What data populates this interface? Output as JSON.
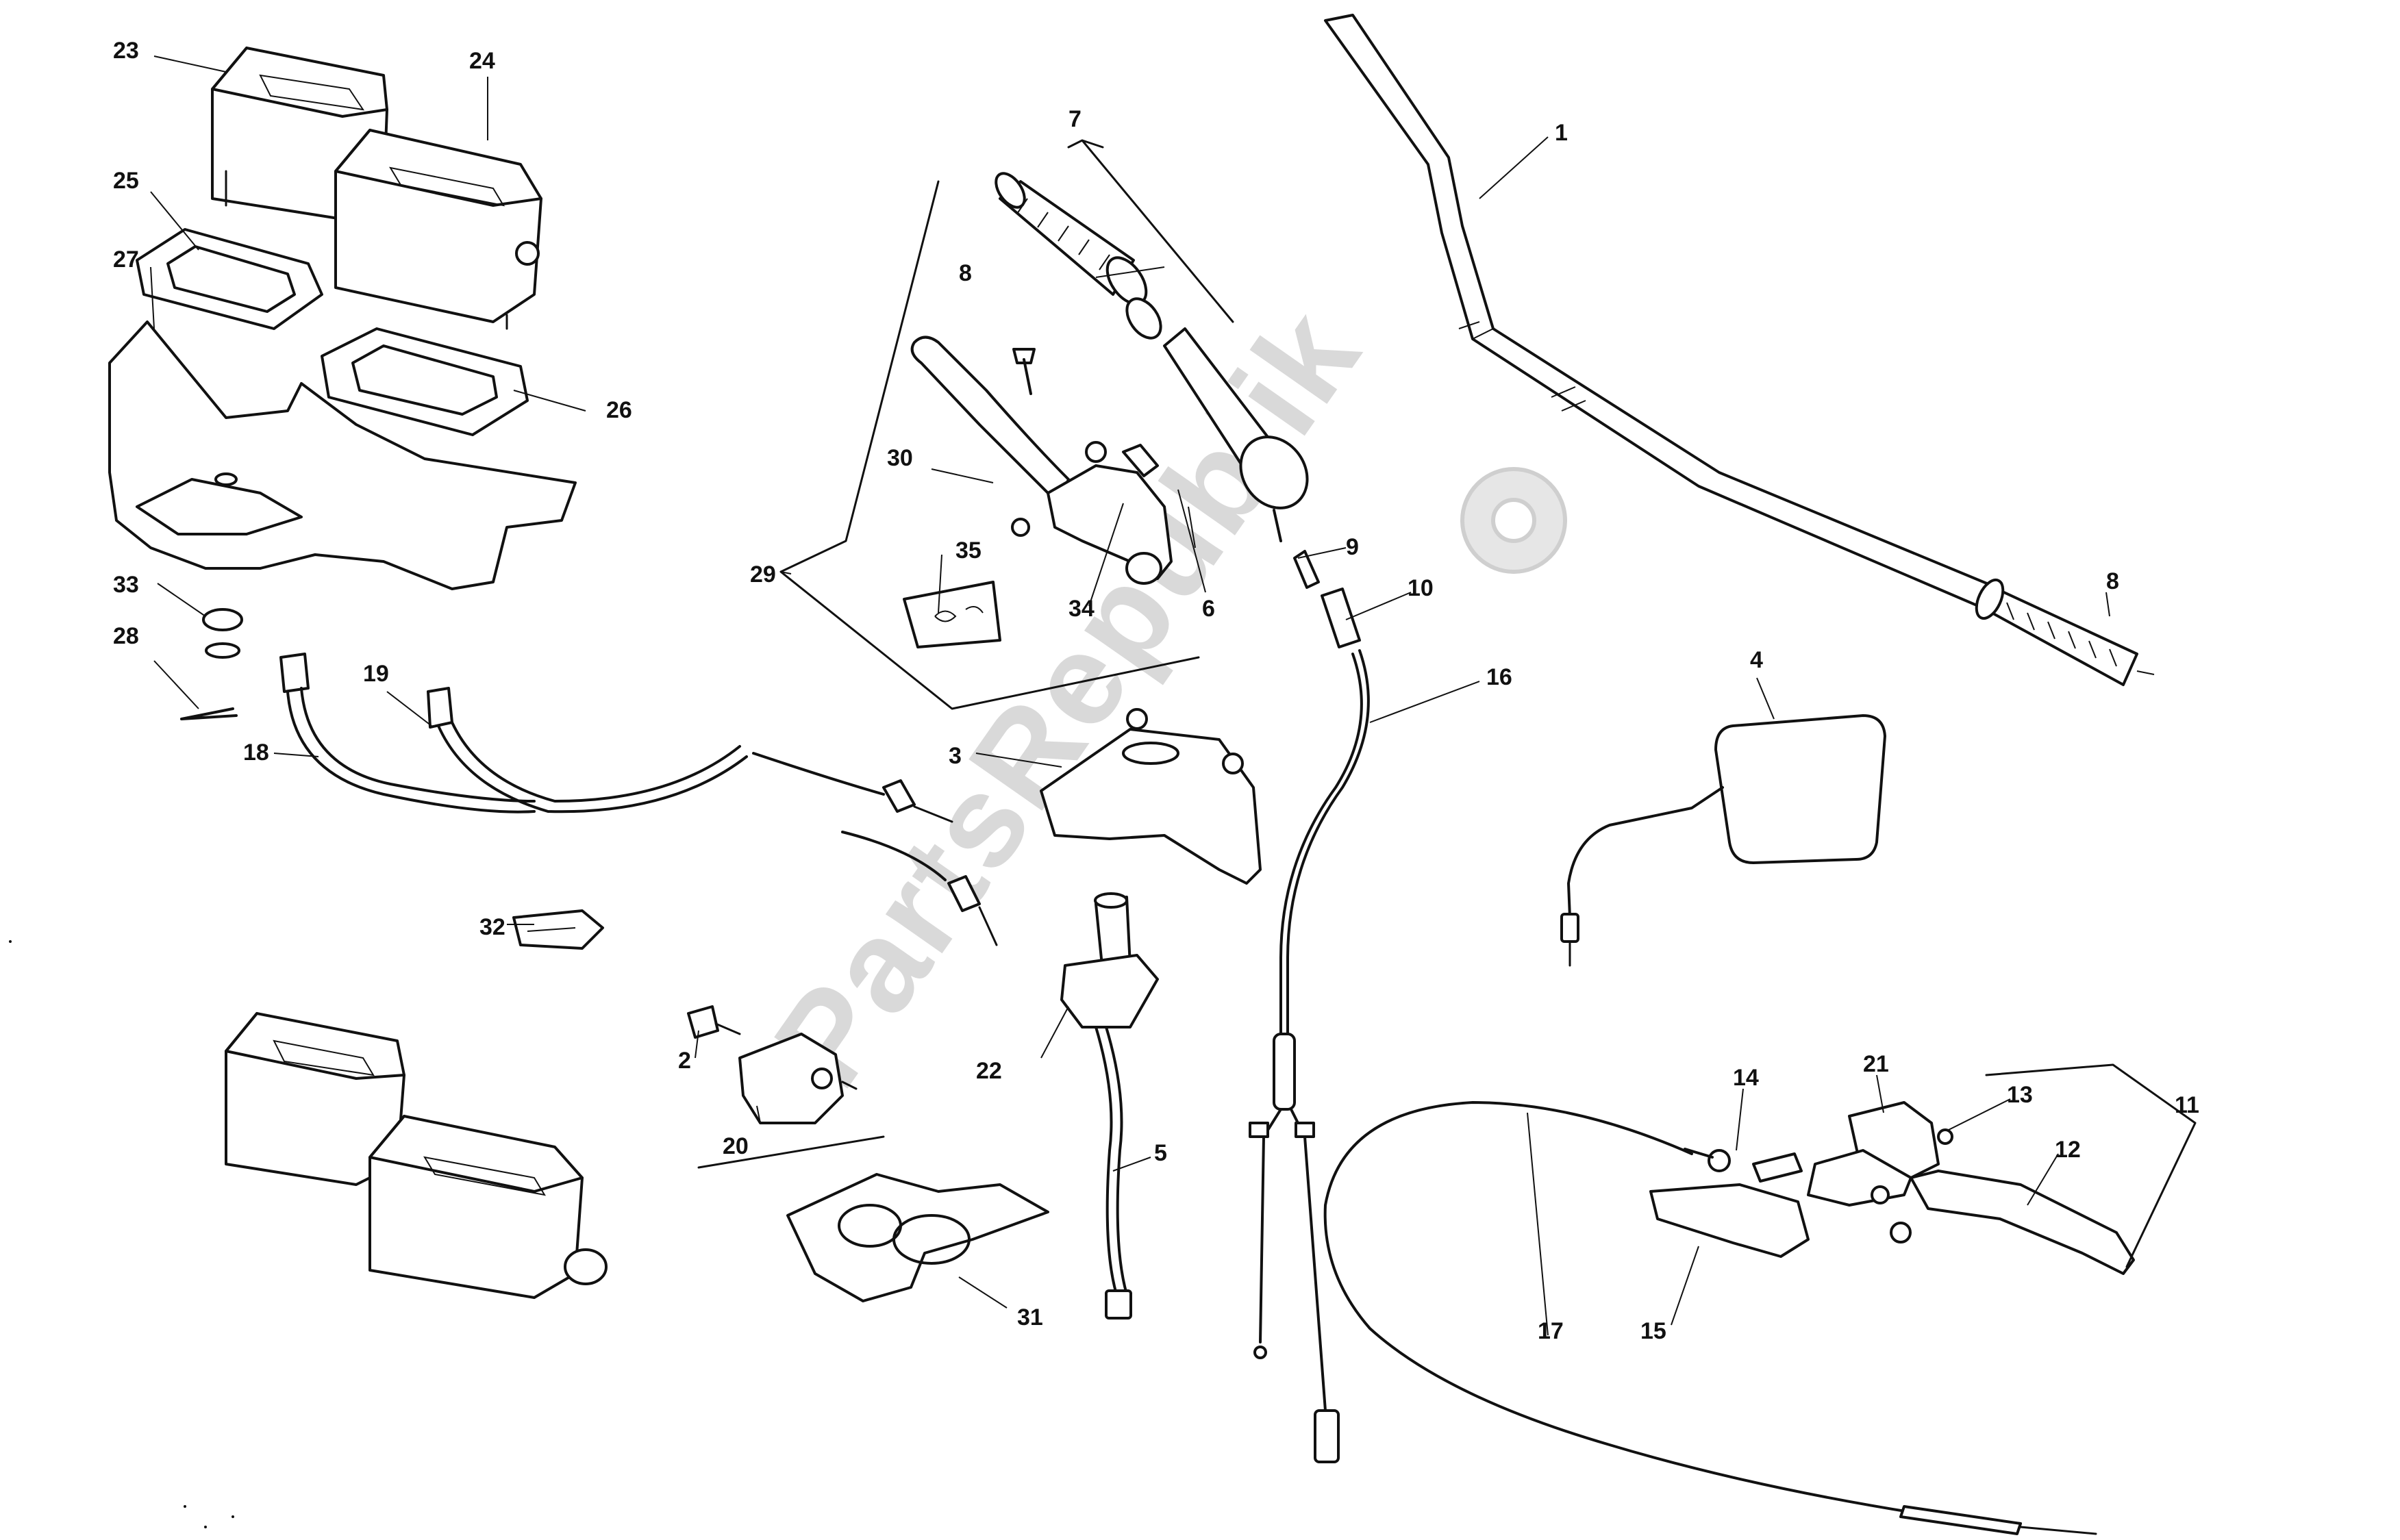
{
  "diagram": {
    "watermark": "PartsRepublik",
    "callouts": [
      {
        "id": "c1",
        "text": "1"
      },
      {
        "id": "c2",
        "text": "2"
      },
      {
        "id": "c3",
        "text": "3"
      },
      {
        "id": "c4",
        "text": "4"
      },
      {
        "id": "c5",
        "text": "5"
      },
      {
        "id": "c6",
        "text": "6"
      },
      {
        "id": "c7",
        "text": "7"
      },
      {
        "id": "c8a",
        "text": "8"
      },
      {
        "id": "c8b",
        "text": "8"
      },
      {
        "id": "c9",
        "text": "9"
      },
      {
        "id": "c10",
        "text": "10"
      },
      {
        "id": "c11",
        "text": "11"
      },
      {
        "id": "c12",
        "text": "12"
      },
      {
        "id": "c13",
        "text": "13"
      },
      {
        "id": "c14",
        "text": "14"
      },
      {
        "id": "c15",
        "text": "15"
      },
      {
        "id": "c16",
        "text": "16"
      },
      {
        "id": "c17",
        "text": "17"
      },
      {
        "id": "c18",
        "text": "18"
      },
      {
        "id": "c19",
        "text": "19"
      },
      {
        "id": "c20",
        "text": "20"
      },
      {
        "id": "c21",
        "text": "21"
      },
      {
        "id": "c22",
        "text": "22"
      },
      {
        "id": "c23",
        "text": "23"
      },
      {
        "id": "c24",
        "text": "24"
      },
      {
        "id": "c25",
        "text": "25"
      },
      {
        "id": "c26",
        "text": "26"
      },
      {
        "id": "c27",
        "text": "27"
      },
      {
        "id": "c28",
        "text": "28"
      },
      {
        "id": "c29",
        "text": "29"
      },
      {
        "id": "c30",
        "text": "30"
      },
      {
        "id": "c31",
        "text": "31"
      },
      {
        "id": "c32",
        "text": "32"
      },
      {
        "id": "c33",
        "text": "33"
      },
      {
        "id": "c34",
        "text": "34"
      },
      {
        "id": "c35",
        "text": "35"
      }
    ]
  }
}
